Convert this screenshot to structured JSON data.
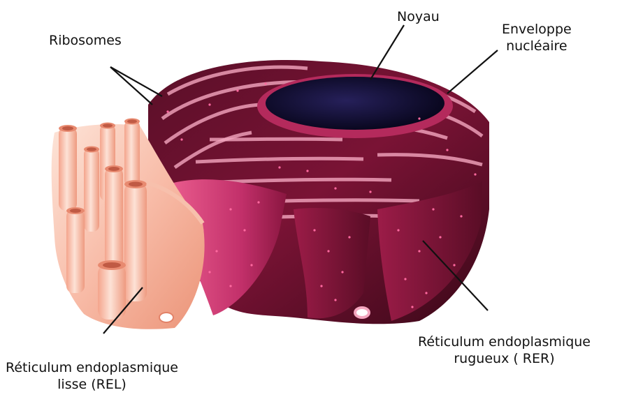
{
  "labels": {
    "ribosomes": "Ribosomes",
    "noyau": "Noyau",
    "enveloppe_line1": "Enveloppe",
    "enveloppe_line2": "nucléaire",
    "rer_line1": "Réticulum endoplasmique",
    "rer_line2": "rugueux ( RER)",
    "rel_line1": "Réticulum endoplasmique",
    "rel_line2": "lisse (REL)"
  },
  "colors": {
    "rer_dark": "#3a0818",
    "rer_mid": "#8e1840",
    "rer_light": "#d8407a",
    "rer_pink": "#e0608c",
    "cisterna_lumen": "#f4a6bf",
    "nucleus": "#0e0a2a",
    "rel_light": "#fcd6c6",
    "rel_mid": "#f4a890",
    "rel_dark": "#e28268",
    "ribosome_dot": "#ff6aa0",
    "leader_line": "#111111"
  }
}
